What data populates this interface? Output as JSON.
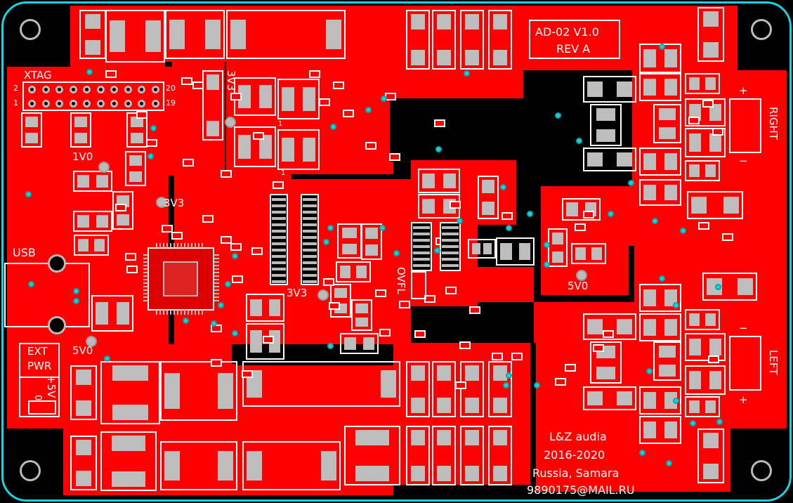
{
  "board": {
    "title": "AD-02 V1.0",
    "revision": "REV A",
    "colors": {
      "copper": "#ff0000",
      "silkscreen": "#ffffff",
      "via": "#19d3e0",
      "pad": "#bdbdbd",
      "background": "#000000"
    }
  },
  "labels": {
    "xtag": "XTAG",
    "xtag_pin2": "2",
    "xtag_pin20": "20",
    "xtag_pin1": "1",
    "xtag_pin19": "19",
    "rail_1v0": "1V0",
    "rail_3v3_a": "3V3",
    "rail_3v3_b": "3V3",
    "rail_3v3_c": "3V3",
    "rail_5v0_a": "5V0",
    "rail_5v0_b": "5V0",
    "usb": "USB",
    "ext": "EXT",
    "pwr": "PWR",
    "plus5v": "+5V",
    "ground": "0",
    "ovfl": "OVFL",
    "pin1_a": "1",
    "pin1_b": "1",
    "right": "RIGHT",
    "left": "LEFT",
    "right_plus": "+",
    "right_minus": "−",
    "left_minus": "−",
    "left_plus": "+"
  },
  "credits": {
    "company": "L&Z audia",
    "years": "2016-2020",
    "location": "Russia, Samara",
    "email": "9890175@MAIL.RU"
  }
}
